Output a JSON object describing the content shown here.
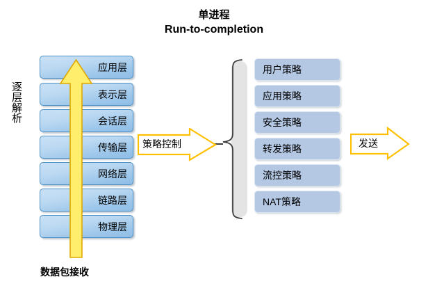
{
  "title": {
    "line_cn": "单进程",
    "line_en": "Run-to-completion"
  },
  "osi_stack": {
    "name": "osi-layer-stack",
    "layers": [
      {
        "label": "应用层"
      },
      {
        "label": "表示层"
      },
      {
        "label": "会话层"
      },
      {
        "label": "传输层"
      },
      {
        "label": "网络层"
      },
      {
        "label": "链路层"
      },
      {
        "label": "物理层"
      }
    ]
  },
  "parse_arrow": {
    "label_chars": [
      "逐",
      "层",
      "解",
      "析"
    ],
    "label_text": "逐层解析",
    "direction": "up",
    "fill": "#ffee6b",
    "stroke": "#e0a800"
  },
  "packet_receive_label": "数据包接收",
  "policy_stack": {
    "name": "policy-list",
    "items": [
      {
        "label": "用户策略"
      },
      {
        "label": "应用策略"
      },
      {
        "label": "安全策略"
      },
      {
        "label": "转发策略"
      },
      {
        "label": "流控策略"
      },
      {
        "label": "NAT策略"
      }
    ],
    "fill": "#b4c8e4"
  },
  "arrows": {
    "policy_control": {
      "label": "策略控制",
      "direction": "right"
    },
    "send": {
      "label": "发送",
      "direction": "right"
    }
  },
  "colors": {
    "osi_box_fill_light": "#c9e1f6",
    "osi_box_fill_dark": "#8fbde6",
    "osi_box_border": "#4b8fc4",
    "policy_fill": "#b4c8e4",
    "arrow_fill": "#ffffff",
    "arrow_border": "#ffc000",
    "arrow_yellow_fill": "#ffee6b",
    "brace_stroke": "#3d3d3d",
    "gray_bar": "#e4e4e4",
    "background": "#ffffff",
    "text": "#000000"
  }
}
